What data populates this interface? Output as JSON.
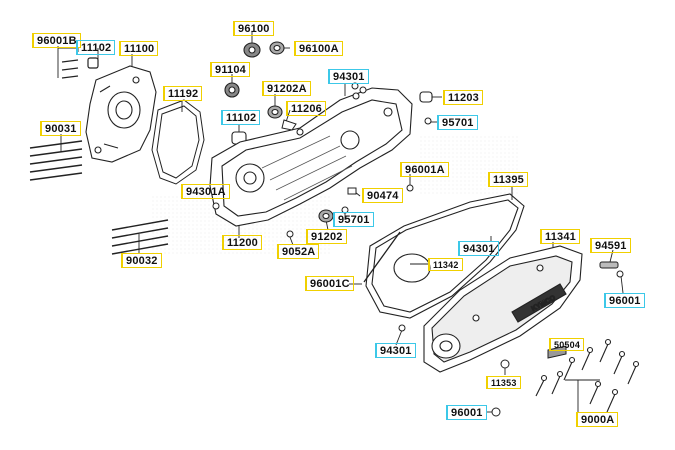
{
  "diagram": {
    "labels": [
      {
        "id": "l_96001B",
        "text": "96001B",
        "style": "yellow"
      },
      {
        "id": "l_11102a",
        "text": "11102",
        "style": "cyan"
      },
      {
        "id": "l_11100",
        "text": "11100",
        "style": "yellow"
      },
      {
        "id": "l_96100",
        "text": "96100",
        "style": "yellow"
      },
      {
        "id": "l_96100A",
        "text": "96100A",
        "style": "yellow"
      },
      {
        "id": "l_91104",
        "text": "91104",
        "style": "yellow"
      },
      {
        "id": "l_94301a",
        "text": "94301",
        "style": "cyan"
      },
      {
        "id": "l_11192",
        "text": "11192",
        "style": "yellow"
      },
      {
        "id": "l_91202A",
        "text": "91202A",
        "style": "yellow"
      },
      {
        "id": "l_11203",
        "text": "11203",
        "style": "yellow"
      },
      {
        "id": "l_11206",
        "text": "11206",
        "style": "yellow"
      },
      {
        "id": "l_90031",
        "text": "90031",
        "style": "yellow"
      },
      {
        "id": "l_11102b",
        "text": "11102",
        "style": "cyan"
      },
      {
        "id": "l_95701a",
        "text": "95701",
        "style": "cyan"
      },
      {
        "id": "l_96001A",
        "text": "96001A",
        "style": "yellow"
      },
      {
        "id": "l_11395",
        "text": "11395",
        "style": "yellow"
      },
      {
        "id": "l_94301A",
        "text": "94301A",
        "style": "yellow"
      },
      {
        "id": "l_90474",
        "text": "90474",
        "style": "yellow"
      },
      {
        "id": "l_95701b",
        "text": "95701",
        "style": "cyan"
      },
      {
        "id": "l_91202",
        "text": "91202",
        "style": "yellow"
      },
      {
        "id": "l_11200",
        "text": "11200",
        "style": "yellow"
      },
      {
        "id": "l_9052A",
        "text": "9052A",
        "style": "yellow"
      },
      {
        "id": "l_11341",
        "text": "11341",
        "style": "yellow"
      },
      {
        "id": "l_94301b",
        "text": "94301",
        "style": "cyan"
      },
      {
        "id": "l_94591",
        "text": "94591",
        "style": "yellow"
      },
      {
        "id": "l_90032",
        "text": "90032",
        "style": "yellow"
      },
      {
        "id": "l_11342",
        "text": "11342",
        "style": "yellow"
      },
      {
        "id": "l_96001C",
        "text": "96001C",
        "style": "yellow"
      },
      {
        "id": "l_96001a",
        "text": "96001",
        "style": "cyan"
      },
      {
        "id": "l_94301c",
        "text": "94301",
        "style": "cyan"
      },
      {
        "id": "l_50504",
        "text": "50504",
        "style": "yellow"
      },
      {
        "id": "l_11353",
        "text": "11353",
        "style": "yellow"
      },
      {
        "id": "l_96001b",
        "text": "96001",
        "style": "cyan"
      },
      {
        "id": "l_9000A",
        "text": "9000A",
        "style": "yellow"
      }
    ],
    "cover_brand": "KYMCO",
    "colors": {
      "yellow_box": "#f0d000",
      "cyan_box": "#3cc8e8",
      "line": "#222222"
    }
  }
}
